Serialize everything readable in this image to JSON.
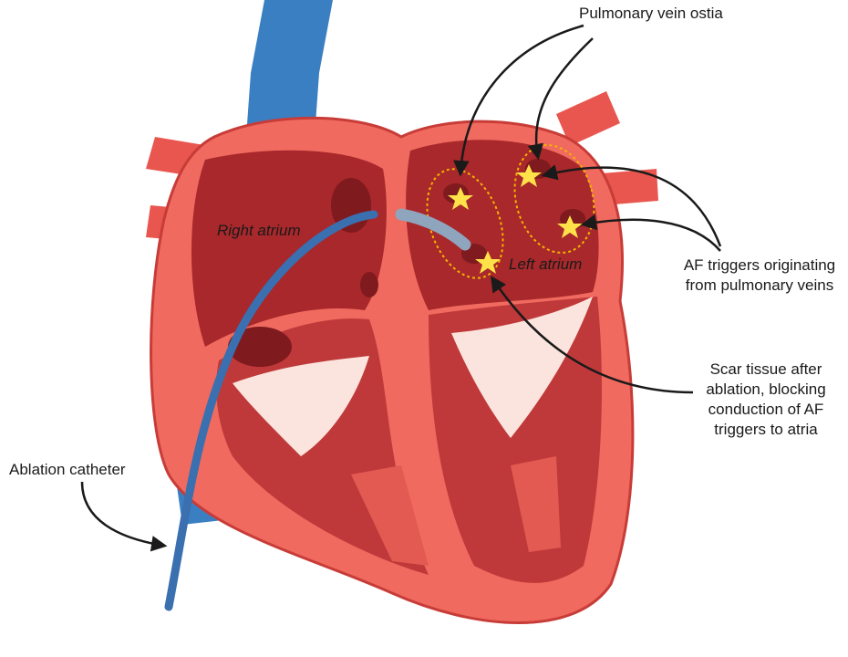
{
  "labels": {
    "pulmonary_vein_ostia": "Pulmonary vein ostia",
    "right_atrium": "Right atrium",
    "left_atrium": "Left atrium",
    "af_triggers": [
      "AF triggers originating",
      "from pulmonary veins"
    ],
    "scar_tissue": [
      "Scar tissue after",
      "ablation, blocking",
      "conduction of AF",
      "triggers to atria"
    ],
    "ablation_catheter": "Ablation catheter"
  },
  "colors": {
    "vessel_blue": "#3a7fc2",
    "vessel_red": "#e8564f",
    "heart_wall": "#f06a5f",
    "heart_outline": "#c83c38",
    "chamber": "#a8282b",
    "chamber_dark": "#7f1a1e",
    "valve": "#fbe4dd",
    "trigger": "#ffe14a",
    "catheter": "#3a6fb0"
  }
}
